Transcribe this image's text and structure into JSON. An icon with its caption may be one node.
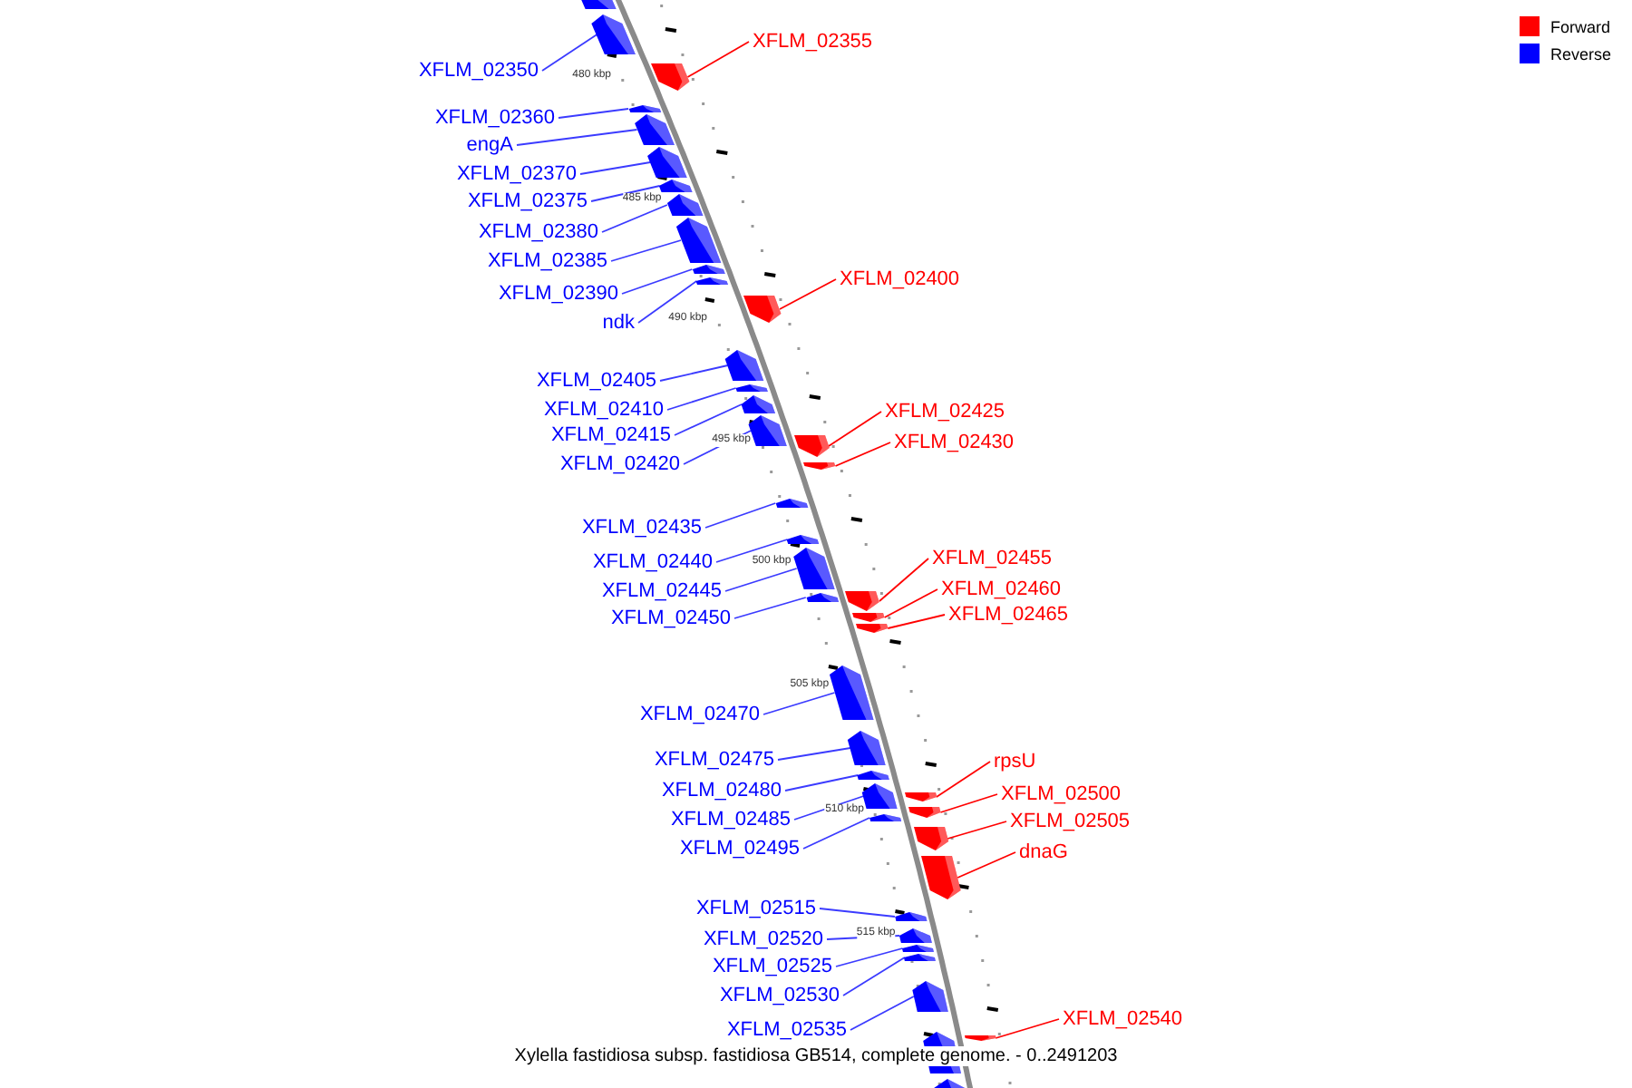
{
  "diagram": {
    "caption": "Xylella fastidiosa subsp. fastidiosa GB514, complete genome. - 0..2491203",
    "nodes": [
      {
        "text": [
          "XFLM_02350"
        ]
      },
      {
        "text": [],
        "shape": "bar"
      },
      {
        "text": [
          "XFLM_02355"
        ]
      },
      {
        "text": [],
        "shape": "bar"
      },
      {
        "text": [
          "XFLM_02360"
        ]
      },
      {
        "text": [],
        "shape": "bar"
      },
      {
        "text": [
          "engA"
        ]
      },
      {
        "text": [],
        "shape": "bar"
      },
      {
        "text": [
          "XFLM_02370"
        ]
      },
      {
        "text": [],
        "shape": "bar"
      },
      {
        "text": [
          "XFLM_02375"
        ]
      },
      {
        "text": [],
        "shape": "bar"
      },
      {
        "text": [
          "XFLM_02380"
        ]
      },
      {
        "text": [],
        "shape": "bar"
      },
      {
        "text": [
          "XFLM_02385"
        ]
      },
      {
        "text": [],
        "shape": "bar"
      },
      {
        "text": [
          "XFLM_02390"
        ]
      },
      {
        "text": [],
        "shape": "bar"
      },
      {
        "text": [
          "ndk"
        ]
      },
      {
        "text": [],
        "shape": "bar"
      },
      {
        "text": [
          "XFLM_02400"
        ]
      },
      {
        "text": [],
        "shape": "bar"
      },
      {
        "text": [
          "XFLM_02405"
        ]
      },
      {
        "text": [],
        "shape": "bar"
      },
      {
        "text": [
          "XFLM_02410"
        ]
      },
      {
        "text": [],
        "shape": "bar"
      },
      {
        "text": [
          "XFLM_02415"
        ]
      },
      {
        "text": [],
        "shape": "bar"
      },
      {
        "text": [
          "XFLM_02420"
        ]
      },
      {
        "text": [],
        "shape": "bar"
      },
      {
        "text": [
          "XFLM_02425"
        ]
      },
      {
        "text": [],
        "shape": "bar"
      },
      {
        "text": [
          "XFLM_02430"
        ]
      },
      {
        "text": [],
        "shape": "bar"
      },
      {
        "text": [
          "XFLM_02435"
        ]
      },
      {
        "text": [],
        "shape": "bar"
      },
      {
        "text": [
          "XFLM_02440"
        ]
      },
      {
        "text": [],
        "shape": "bar"
      },
      {
        "text": [
          "XFLM_02445"
        ]
      },
      {
        "text": [],
        "shape": "bar"
      },
      {
        "text": [
          "XFLM_02450"
        ]
      },
      {
        "text": [],
        "shape": "bar"
      },
      {
        "text": [
          "XFLM_02455"
        ]
      },
      {
        "text": [],
        "shape": "bar"
      },
      {
        "text": [
          "XFLM_02460"
        ]
      },
      {
        "text": [],
        "shape": "bar"
      },
      {
        "text": [
          "XFLM_02465"
        ]
      },
      {
        "text": [],
        "shape": "bar"
      },
      {
        "text": [
          "XFLM_02470"
        ]
      },
      {
        "text": [],
        "shape": "bar"
      },
      {
        "text": [
          "XFLM_02475"
        ]
      },
      {
        "text": [],
        "shape": "bar"
      },
      {
        "text": [
          "XFLM_02480"
        ]
      },
      {
        "text": [],
        "shape": "bar"
      },
      {
        "text": [
          "XFLM_02485"
        ]
      },
      {
        "text": [],
        "shape": "bar"
      },
      {
        "text": [
          "XFLM_02495"
        ]
      },
      {
        "text": [],
        "shape": "bar"
      },
      {
        "text": [
          "rpsU"
        ]
      },
      {
        "text": [],
        "shape": "bar"
      },
      {
        "text": [
          "XFLM_02500"
        ]
      },
      {
        "text": [],
        "shape": "bar"
      },
      {
        "text": [
          "XFLM_02505"
        ]
      },
      {
        "text": [],
        "shape": "bar"
      },
      {
        "text": [
          "dnaG"
        ]
      },
      {
        "text": [],
        "shape": "bar"
      },
      {
        "text": [
          "XFLM_02515"
        ]
      },
      {
        "text": [],
        "shape": "bar"
      },
      {
        "text": [
          "XFLM_02520"
        ]
      },
      {
        "text": [],
        "shape": "bar"
      },
      {
        "text": [
          "XFLM_02525"
        ]
      },
      {
        "text": [],
        "shape": "bar"
      },
      {
        "text": [
          "XFLM_02530"
        ]
      },
      {
        "text": [],
        "shape": "bar"
      },
      {
        "text": [
          "XFLM_02535"
        ]
      },
      {
        "text": [],
        "shape": "bar"
      },
      {
        "text": [
          "XFLM_02540"
        ]
      },
      {
        "text": [],
        "shape": "bar"
      },
      {
        "text": [],
        "shape": "bar"
      },
      {
        "text": [],
        "shape": "bar"
      },
      {
        "text": [],
        "shape": "bar"
      }
    ],
    "edges": [
      {
        "from": 0,
        "to": 1,
        "arrow": "none"
      },
      {
        "from": 2,
        "to": 3,
        "arrow": "none",
        "color": "#ff0000"
      },
      {
        "from": 4,
        "to": 5,
        "arrow": "none"
      },
      {
        "from": 6,
        "to": 7,
        "arrow": "none"
      },
      {
        "from": 8,
        "to": 9,
        "arrow": "none"
      },
      {
        "from": 10,
        "to": 11,
        "arrow": "none"
      },
      {
        "from": 12,
        "to": 13,
        "arrow": "none"
      },
      {
        "from": 14,
        "to": 15,
        "arrow": "none"
      },
      {
        "from": 16,
        "to": 17,
        "arrow": "none"
      },
      {
        "from": 18,
        "to": 19,
        "arrow": "none"
      },
      {
        "from": 20,
        "to": 21,
        "arrow": "none",
        "color": "#ff0000"
      },
      {
        "from": 22,
        "to": 23,
        "arrow": "none"
      },
      {
        "from": 24,
        "to": 25,
        "arrow": "none"
      },
      {
        "from": 26,
        "to": 27,
        "arrow": "none"
      },
      {
        "from": 28,
        "to": 29,
        "arrow": "none"
      },
      {
        "from": 30,
        "to": 31,
        "arrow": "none",
        "color": "#ff0000"
      },
      {
        "from": 32,
        "to": 33,
        "arrow": "none",
        "color": "#ff0000"
      },
      {
        "from": 34,
        "to": 35,
        "arrow": "none"
      },
      {
        "from": 36,
        "to": 37,
        "arrow": "none"
      },
      {
        "from": 38,
        "to": 39,
        "arrow": "none"
      },
      {
        "from": 40,
        "to": 41,
        "arrow": "none"
      },
      {
        "from": 42,
        "to": 43,
        "arrow": "none",
        "color": "#ff0000"
      },
      {
        "from": 44,
        "to": 45,
        "arrow": "none",
        "color": "#ff0000"
      },
      {
        "from": 46,
        "to": 47,
        "arrow": "none",
        "color": "#ff0000"
      },
      {
        "from": 48,
        "to": 49,
        "arrow": "none"
      },
      {
        "from": 50,
        "to": 51,
        "arrow": "none"
      },
      {
        "from": 52,
        "to": 53,
        "arrow": "none"
      },
      {
        "from": 54,
        "to": 55,
        "arrow": "none"
      },
      {
        "from": 56,
        "to": 57,
        "arrow": "none"
      },
      {
        "from": 58,
        "to": 59,
        "arrow": "none",
        "color": "#ff0000"
      },
      {
        "from": 60,
        "to": 61,
        "arrow": "none",
        "color": "#ff0000"
      },
      {
        "from": 62,
        "to": 63,
        "arrow": "none",
        "color": "#ff0000"
      },
      {
        "from": 64,
        "to": 65,
        "arrow": "none",
        "color": "#ff0000"
      },
      {
        "from": 66,
        "to": 67,
        "arrow": "none"
      },
      {
        "from": 68,
        "to": 69,
        "arrow": "none"
      },
      {
        "from": 70,
        "to": 71,
        "arrow": "none"
      },
      {
        "from": 72,
        "to": 73,
        "arrow": "none"
      },
      {
        "from": 74,
        "to": 75,
        "arrow": "none"
      },
      {
        "from": 76,
        "to": 77,
        "arrow": "none",
        "color": "#ff0000"
      }
    ],
    "labels": [
      "480 kbp",
      "485 kbp",
      "490 kbp",
      "495 kbp",
      "500 kbp",
      "505 kbp",
      "510 kbp",
      "515 kbp"
    ],
    "legend": [
      {
        "text": "Forward",
        "color": "#ff0000"
      },
      {
        "text": "Reverse",
        "color": "#0000ff"
      }
    ]
  }
}
